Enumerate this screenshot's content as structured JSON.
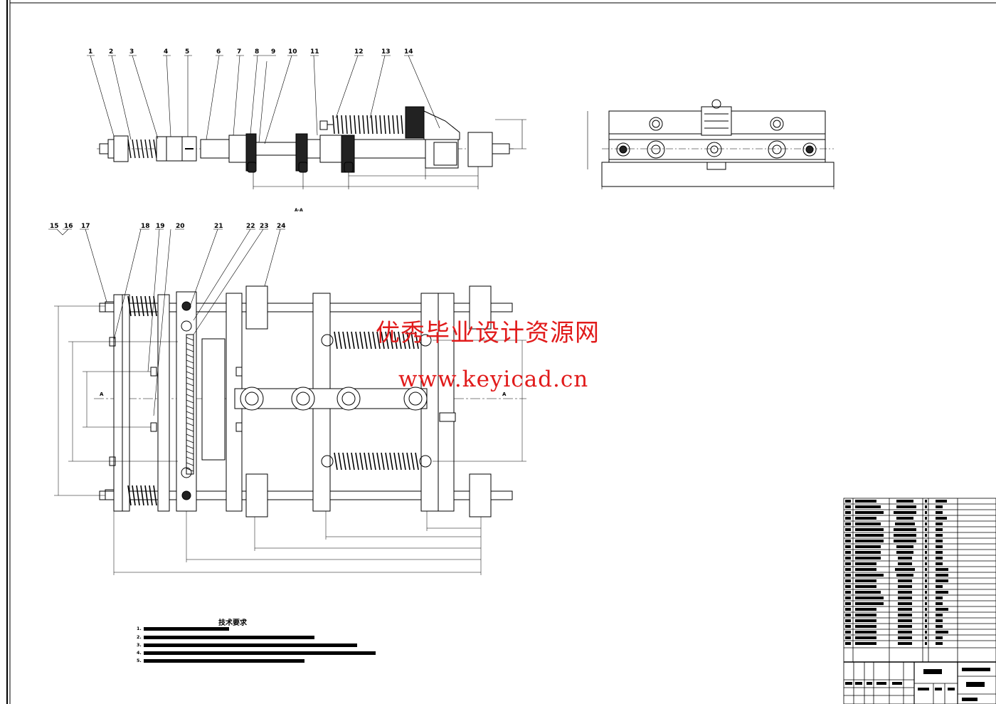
{
  "drawing": {
    "balloons_top": [
      "1",
      "2",
      "3",
      "4",
      "5",
      "6",
      "7",
      "8",
      "9",
      "10",
      "11",
      "12",
      "13",
      "14"
    ],
    "balloons_bottom": [
      "15",
      "16",
      "17",
      "18",
      "19",
      "20",
      "21",
      "22",
      "23",
      "24"
    ],
    "section_label": "A-A",
    "section_marker": "A"
  },
  "watermark": {
    "title": "优秀毕业设计资源网",
    "url": "www.keyicad.cn"
  },
  "tech_requirements": {
    "title": "技术要求",
    "lines": [
      "1.",
      "2.",
      "3.",
      "4.",
      "5."
    ]
  },
  "title_block": {
    "columns": [
      "序号",
      "代号",
      "名称",
      "数量",
      "材料"
    ],
    "drawing_name": "装配总成",
    "sheet_note": "比例 1:1"
  },
  "colors": {
    "line": "#000000",
    "watermark": "#e11b1b"
  }
}
